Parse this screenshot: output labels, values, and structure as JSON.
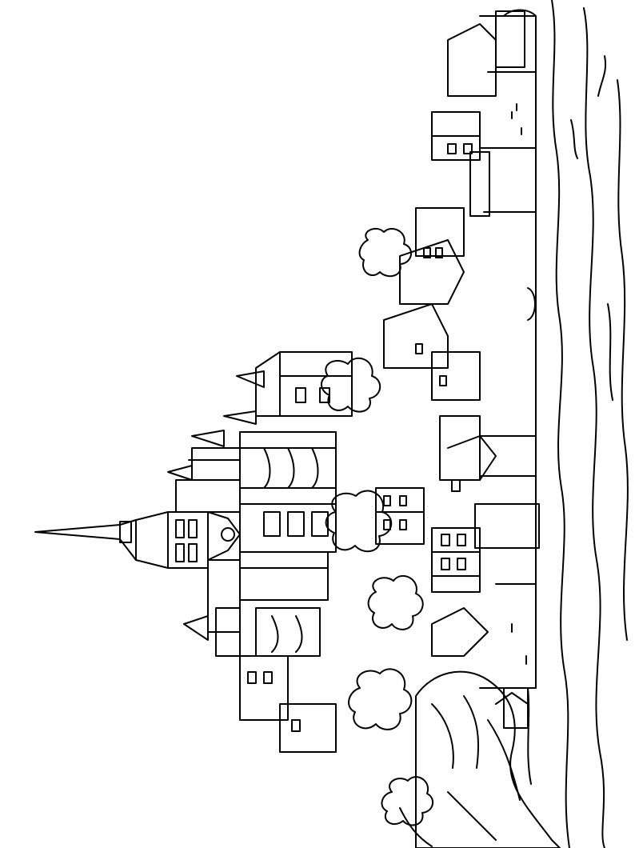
{
  "image": {
    "subject": "coloring-page-line-art",
    "orientation": "rotated-90-clockwise",
    "style": "black outline on white",
    "colors": {
      "ink": "#000000",
      "paper": "#ffffff"
    }
  }
}
